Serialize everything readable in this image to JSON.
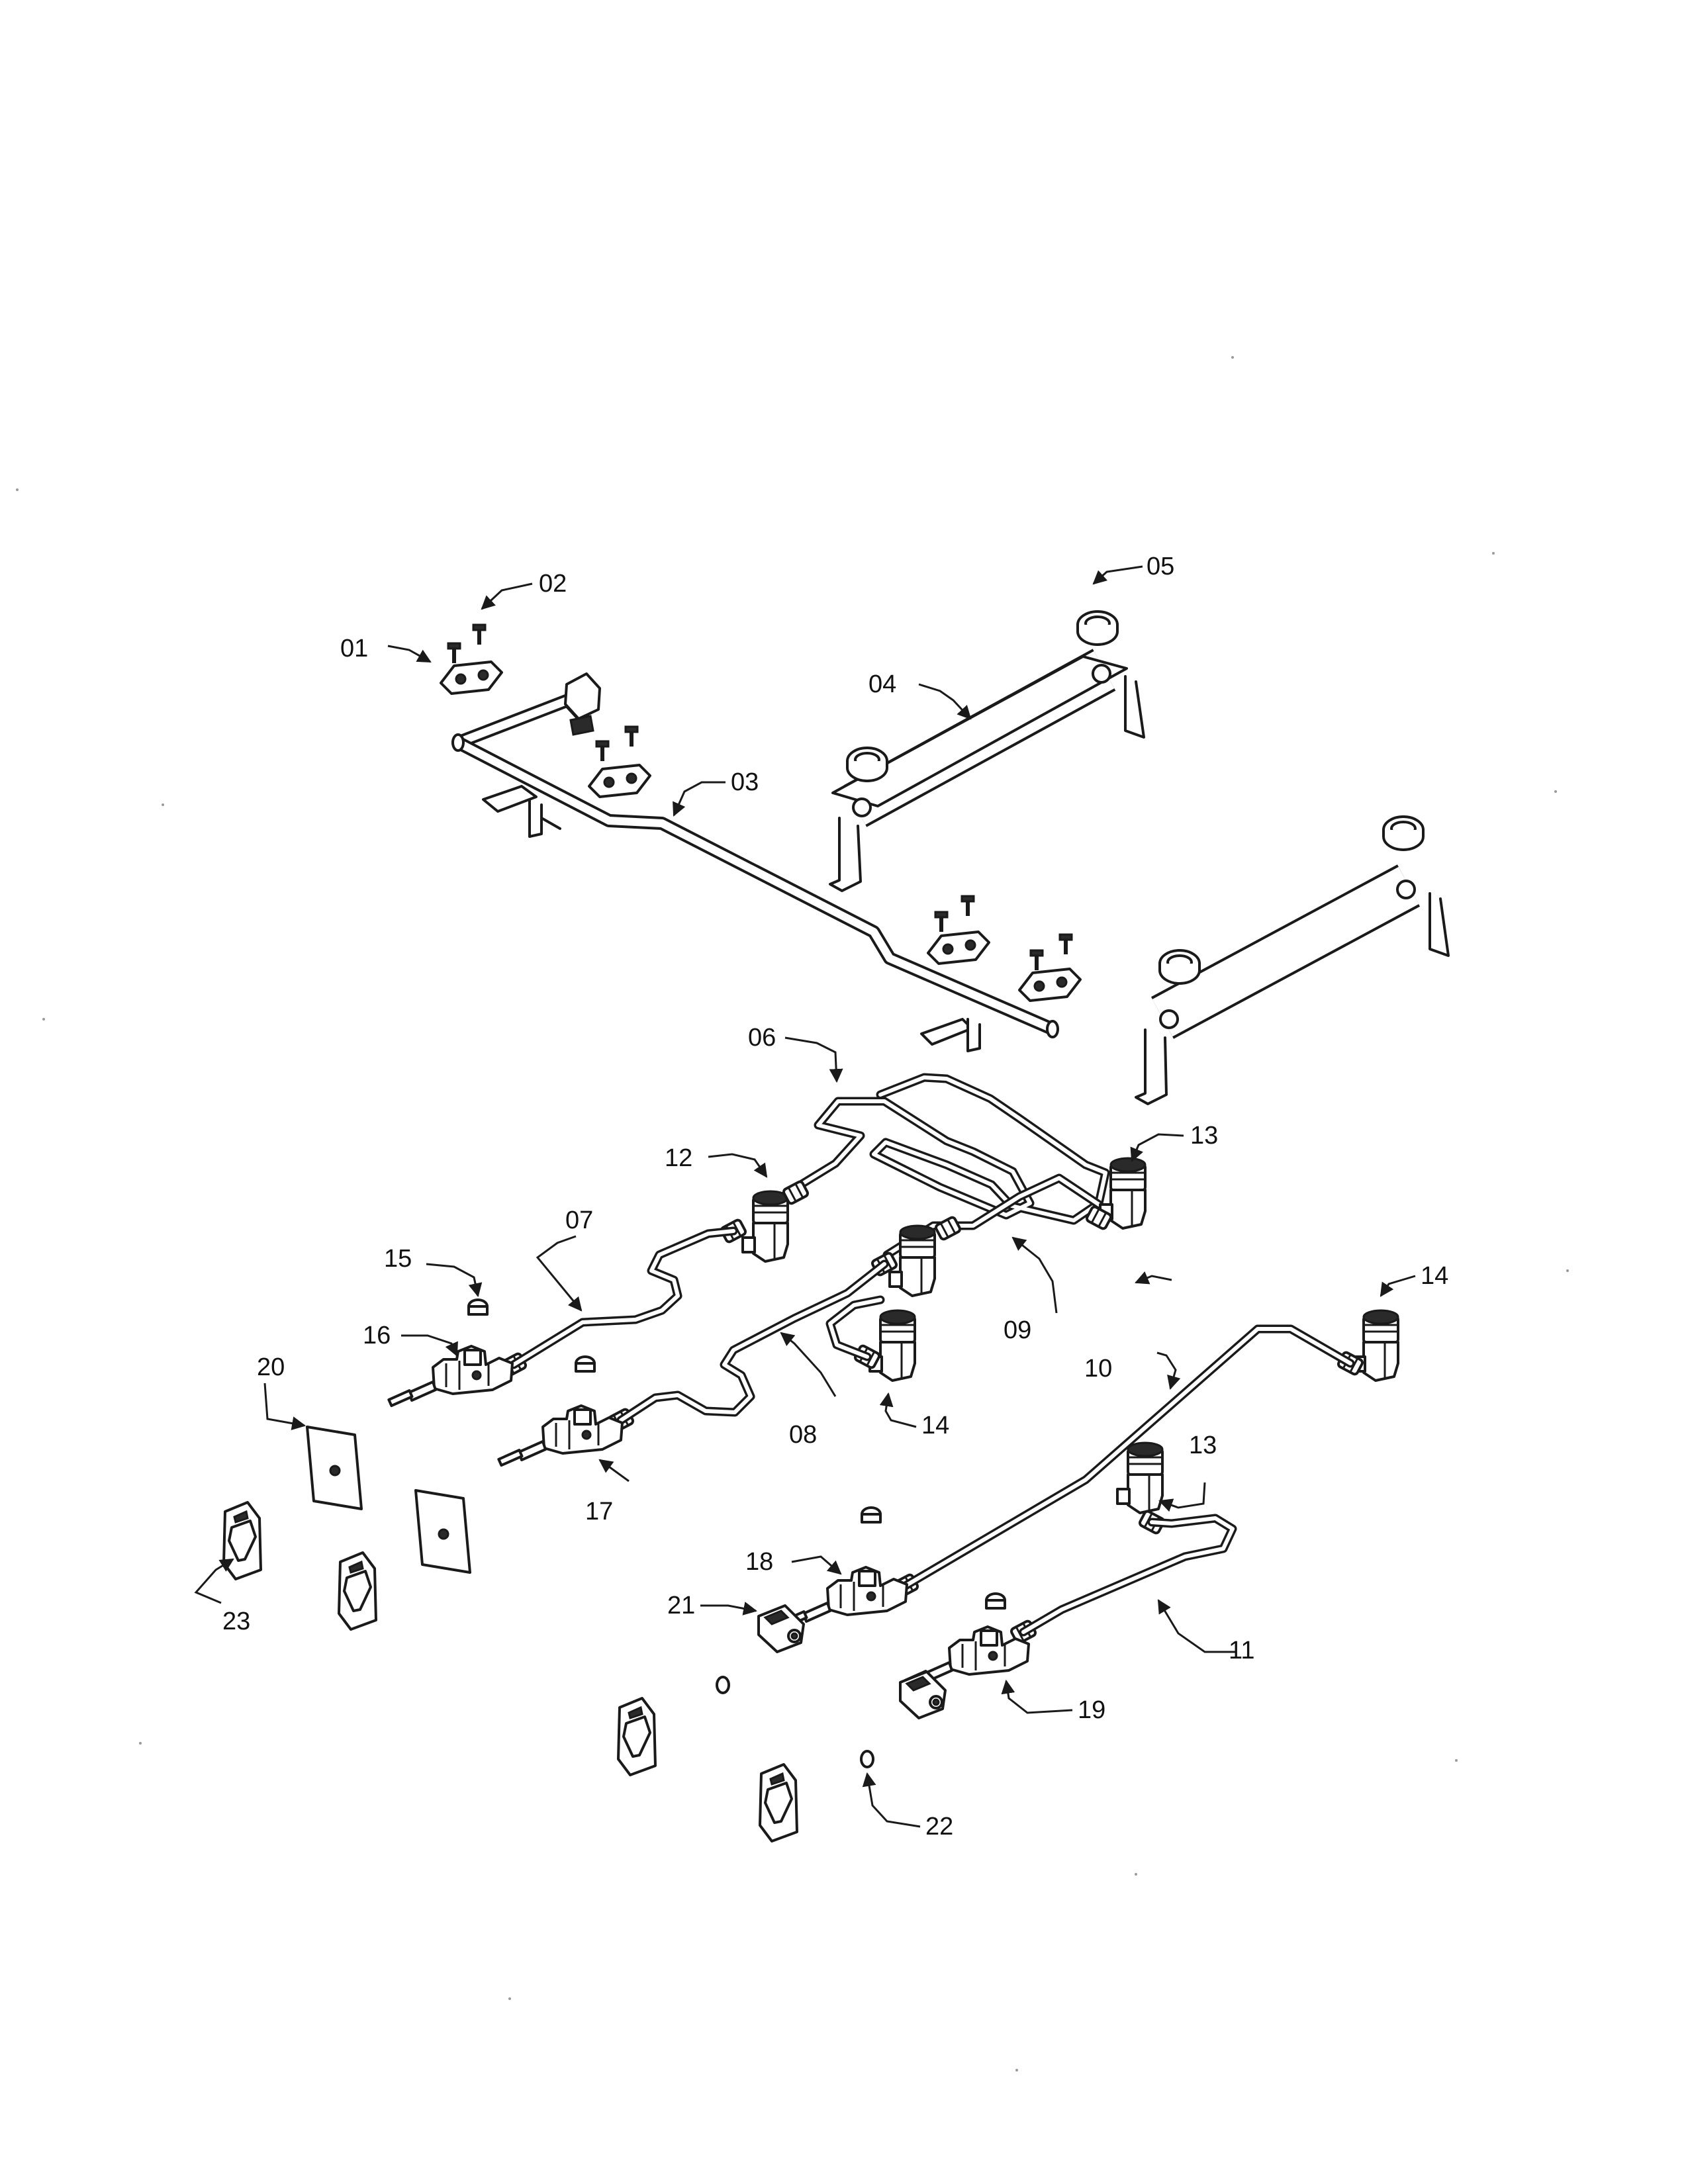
{
  "labels": {
    "p01": "01",
    "p02": "02",
    "p03": "03",
    "p04": "04",
    "p05": "05",
    "p06": "06",
    "p07": "07",
    "p08": "08",
    "p09": "09",
    "p10": "10",
    "p11": "11",
    "p12": "12",
    "p13a": "13",
    "p13b": "13",
    "p14a": "14",
    "p14b": "14",
    "p15": "15",
    "p16": "16",
    "p17": "17",
    "p18": "18",
    "p19": "19",
    "p20": "20",
    "p21": "21",
    "p22": "22",
    "p23": "23"
  }
}
